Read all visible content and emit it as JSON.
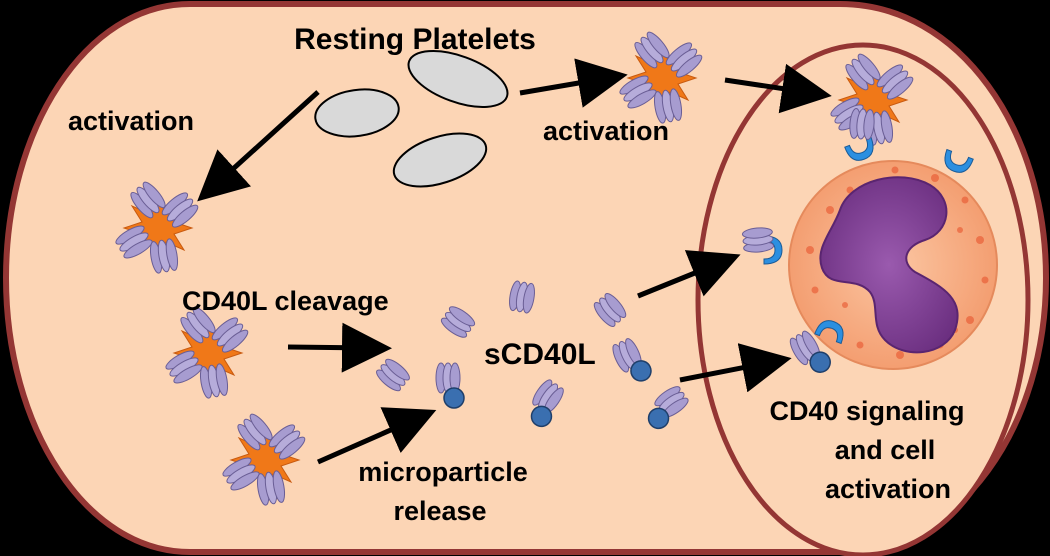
{
  "labels": {
    "resting_platelets": "Resting Platelets",
    "activation_left": "activation",
    "activation_top": "activation",
    "cd40l_cleavage": "CD40L cleavage",
    "scd40l": "sCD40L",
    "microparticle_line1": "microparticle",
    "microparticle_line2": "release",
    "cd40_line1": "CD40 signaling",
    "cd40_line2": "and cell",
    "cd40_line3": "activation"
  },
  "colors": {
    "background": "#000000",
    "vessel_fill": "#FCD5B5",
    "vessel_border": "#943634",
    "platelet_fill": "#D9D9D9",
    "activated_platelet": "#F07818",
    "cd40l_trimer": "#A79CD0",
    "microparticle": "#3A6FB0",
    "cd40_receptor": "#2C8FE0",
    "leukocyte_body": "#F7A77A",
    "leukocyte_nucleus": "#7E3F93"
  }
}
